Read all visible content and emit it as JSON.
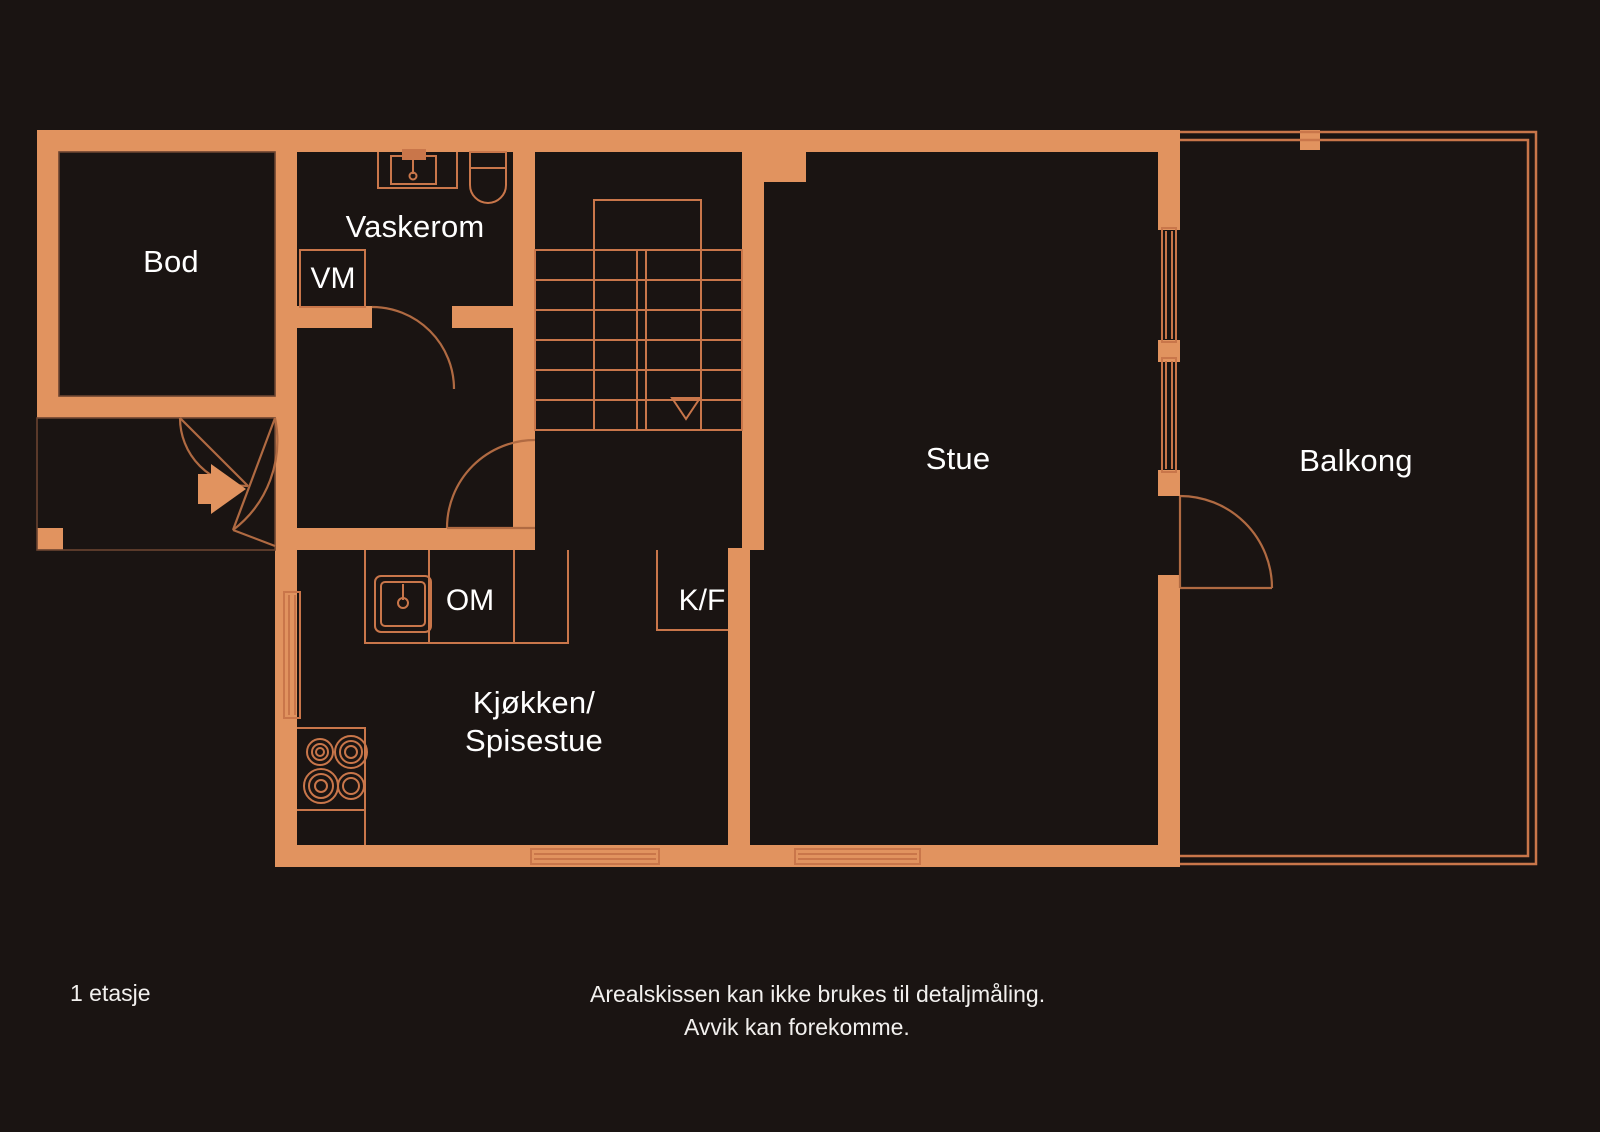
{
  "plan": {
    "floor_label": "1 etasje",
    "disclaimer_line_1": "Arealskissen kan ikke brukes til detaljmåling.",
    "disclaimer_line_2": "Avvik kan forekomme."
  },
  "colors": {
    "background": "#1a1412",
    "wall_fill": "#e1935f",
    "thin_line": "#c9764a",
    "label_text": "#ffffff",
    "footer_text": "#f2f0ee"
  },
  "rooms": [
    {
      "id": "bod",
      "label": "Bod"
    },
    {
      "id": "vaskerom",
      "label": "Vaskerom"
    },
    {
      "id": "stue",
      "label": "Stue"
    },
    {
      "id": "balkong",
      "label": "Balkong"
    },
    {
      "id": "kjokken",
      "label": "Kjøkken/\nSpisestue"
    }
  ],
  "appliances": [
    {
      "id": "vm",
      "label": "VM"
    },
    {
      "id": "om",
      "label": "OM"
    },
    {
      "id": "kf",
      "label": "K/F"
    }
  ],
  "fixtures": [
    {
      "id": "sink-bathroom",
      "name": "bathroom-sink"
    },
    {
      "id": "toilet",
      "name": "toilet"
    },
    {
      "id": "kitchen-sink",
      "name": "kitchen-sink"
    },
    {
      "id": "stove",
      "name": "stove-four-burner"
    },
    {
      "id": "staircase",
      "name": "staircase-down"
    },
    {
      "id": "entrance-arrow",
      "name": "entrance-arrow"
    }
  ]
}
